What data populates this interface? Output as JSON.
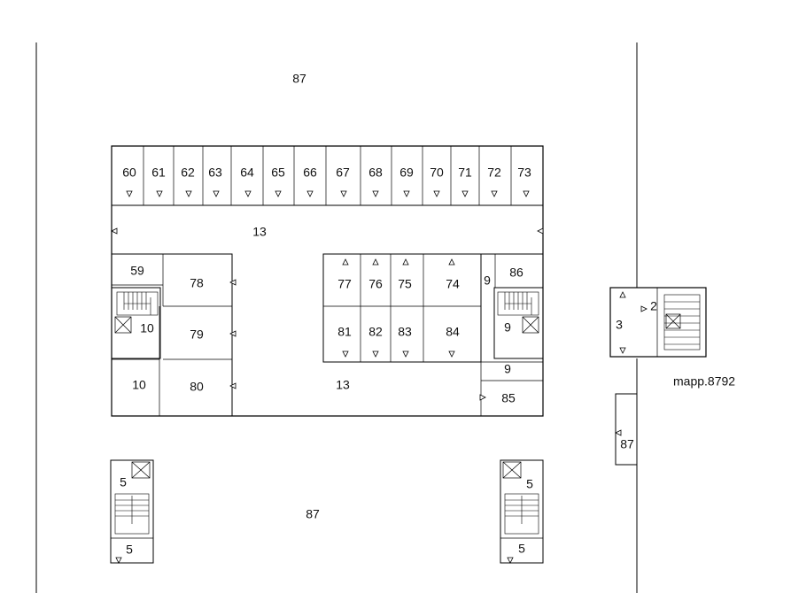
{
  "site_labels": {
    "outer_top": "87",
    "outer_bottom": "87",
    "outer_side": "87",
    "parcel_ref": "mapp.8792"
  },
  "corridor": {
    "upper": "13",
    "lower": "13"
  },
  "top_units": [
    "60",
    "61",
    "62",
    "63",
    "64",
    "65",
    "66",
    "67",
    "68",
    "69",
    "70",
    "71",
    "72",
    "73"
  ],
  "left_block": {
    "u59": "59",
    "u78": "78",
    "u79": "79",
    "u80": "80",
    "core_label": "10",
    "room_label": "10"
  },
  "center_block": {
    "row1": [
      "77",
      "76",
      "75",
      "74"
    ],
    "row2": [
      "81",
      "82",
      "83",
      "84"
    ]
  },
  "right_block": {
    "u86": "86",
    "u85": "85",
    "nine_a": "9",
    "nine_b": "9",
    "nine_c": "9"
  },
  "east_building": {
    "room_a": "2",
    "room_b": "3"
  },
  "stair_towers": {
    "left_top": "5",
    "left_bottom": "5",
    "right_top": "5",
    "right_bottom": "5"
  }
}
